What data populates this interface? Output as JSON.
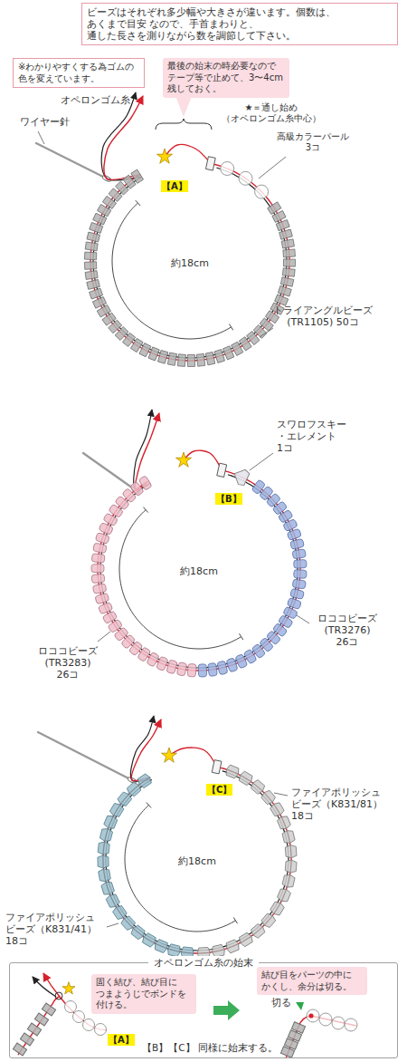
{
  "diagram": {
    "nodes": [
      {
        "text": [
          "ビーズはそれぞれ多少幅や大きさが違います。個数は、あくまで目安 なので、手首まわりと、通した長さを測りながら数を調節して下さい。"
        ]
      },
      {
        "text": [
          "※わかりやすくする為ゴムの 色を変えています。"
        ]
      },
      {
        "text": [
          "最後の始末の時必要なので テープ等で止めて、3〜4cm 残しておく。"
        ]
      },
      {
        "text": [
          "【A】"
        ]
      },
      {
        "text": [
          "【B】"
        ]
      },
      {
        "text": [
          "【C】"
        ]
      },
      {
        "text": [
          "オペロンゴム糸の始末"
        ]
      },
      {
        "text": [
          "固く結び、結び目に つまようじでボンドを 付ける。"
        ],
        "in": 6
      },
      {
        "text": [
          "【A】"
        ],
        "in": 6
      },
      {
        "text": [
          "結び目をパーツの中に かくし、余分は切る。"
        ],
        "in": 6
      }
    ],
    "labels": [
      "オペロンゴム糸",
      "ワイヤー針",
      "★＝通し始め （オペロンゴム糸中心）",
      "高級カラーパール 3コ",
      "約18cm",
      "トライアングルビーズ (TR1105) 50コ",
      "スワロフスキー ・エレメント 1コ",
      "約18cm",
      "ロココビーズ (TR3283) 26コ",
      "ロココビーズ (TR3276) 26コ",
      "約18cm",
      "ファイアポリッシュ ビーズ（K831/81） 18コ",
      "ファイアポリッシュ ビーズ（K831/41） 18コ",
      "切る",
      "【B】【C】 同様に始末する。"
    ]
  }
}
